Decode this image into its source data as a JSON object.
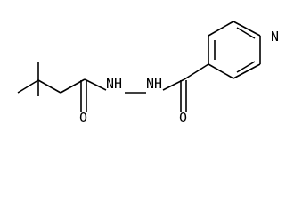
{
  "molecule": {
    "atoms": {
      "oxygen_left": "O",
      "nh_left": "NH",
      "nh_right": "NH",
      "oxygen_right": "O",
      "ring_nitrogen": "N"
    }
  }
}
